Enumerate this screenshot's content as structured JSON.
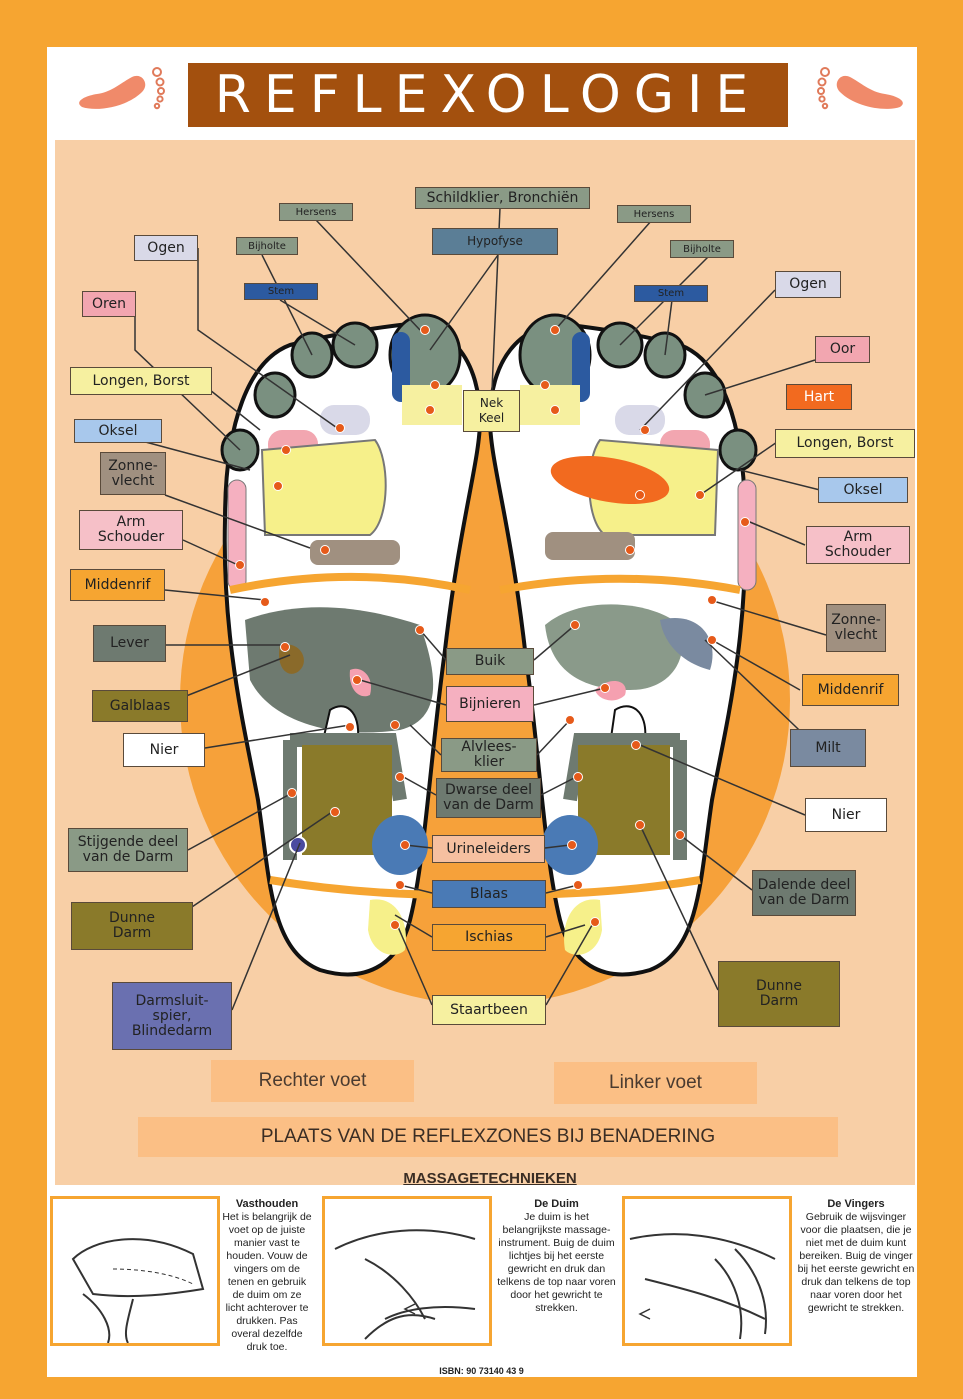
{
  "title": "REFLEXOLOGIE",
  "labels": {
    "hersens_l": "Hersens",
    "schildklier": "Schildklier, Bronchiën",
    "hersens_r": "Hersens",
    "ogen_l": "Ogen",
    "bijholte_l": "Bijholte",
    "hypofyse": "Hypofyse",
    "bijholte_r": "Bijholte",
    "oren": "Oren",
    "stem_l": "Stem",
    "stem_r": "Stem",
    "ogen_r": "Ogen",
    "oor": "Oor",
    "longen_l": "Longen, Borst",
    "nek": "Nek\nKeel",
    "hart": "Hart",
    "oksel_l": "Oksel",
    "longen_r": "Longen, Borst",
    "zonne_l": "Zonne-\nvlecht",
    "oksel_r": "Oksel",
    "arm_l": "Arm\nSchouder",
    "arm_r": "Arm\nSchouder",
    "middenrif_l": "Middenrif",
    "lever": "Lever",
    "zonne_r": "Zonne-\nvlecht",
    "buik": "Buik",
    "middenrif_r": "Middenrif",
    "galblaas": "Galblaas",
    "bijnieren": "Bijnieren",
    "nier_l": "Nier",
    "milt": "Milt",
    "alvlees": "Alvlees-\nklier",
    "dwarse": "Dwarse deel\nvan de Darm",
    "nier_r": "Nier",
    "stijgende": "Stijgende deel\nvan de Darm",
    "urineleiders": "Urineleiders",
    "dalende": "Dalende deel\nvan de Darm",
    "dunne_l": "Dunne\nDarm",
    "blaas": "Blaas",
    "ischias": "Ischias",
    "dunne_r": "Dunne\nDarm",
    "darmsluit": "Darmsluit-\nspier,\nBlindedarm",
    "staartbeen": "Staartbeen"
  },
  "feet": {
    "right": "Rechter voet",
    "left": "Linker voet"
  },
  "banner": "PLAATS VAN DE REFLEXZONES BIJ BENADERING",
  "massage": {
    "title": "MASSAGETECHNIEKEN",
    "items": [
      {
        "head": "Vasthouden",
        "text": "Het is belangrijk de voet op de juiste manier vast te houden. Vouw de vingers om de tenen en gebruik de duim om ze licht achterover te drukken. Pas overal dezelfde druk toe."
      },
      {
        "head": "De Duim",
        "text": "Je duim is het belangrijkste massage-instrument. Buig de duim lichtjes bij het eerste gewricht en druk dan telkens de top naar voren door het gewricht te strekken."
      },
      {
        "head": "De Vingers",
        "text": "Gebruik de wijsvinger voor die plaatsen, die je niet met de duim kunt bereiken. Buig de vinger bij het eerste gewricht en druk dan telkens de top naar voren door het gewricht te strekken."
      }
    ]
  },
  "isbn": "ISBN: 90 73140 43 9"
}
